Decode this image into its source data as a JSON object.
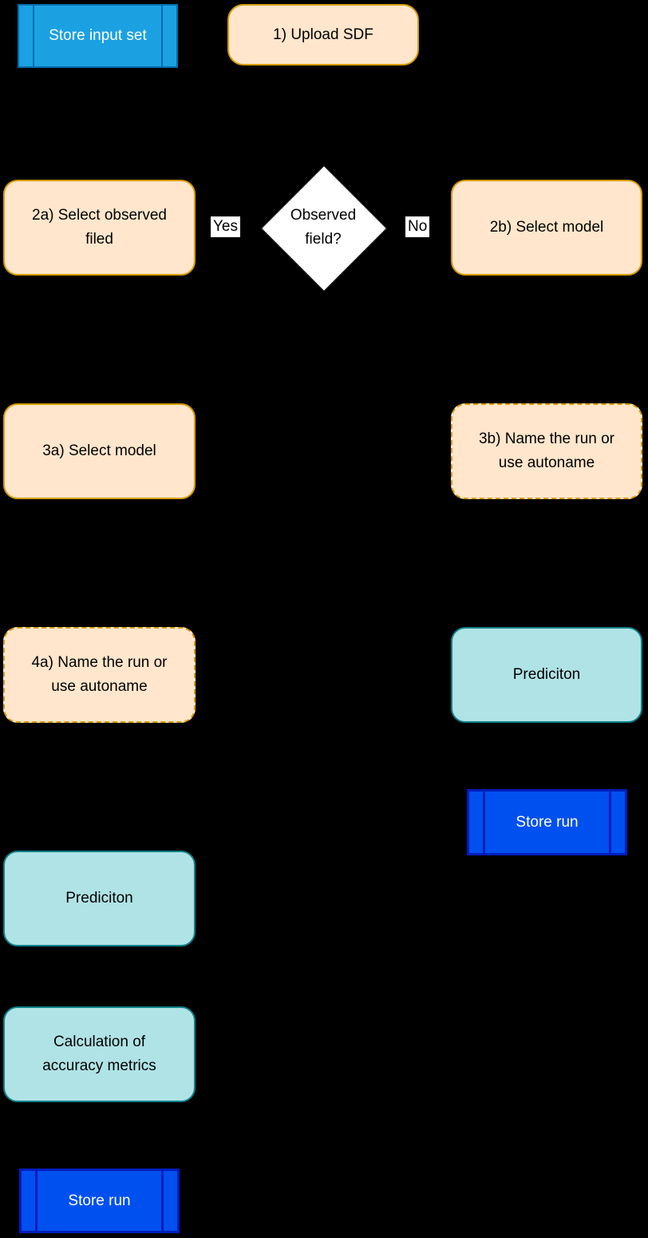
{
  "diagram": {
    "background_color": "#000000",
    "palette": {
      "orange_fill": "#ffe6cc",
      "orange_stroke": "#d79b00",
      "teal_fill": "#b0e3e6",
      "teal_stroke": "#0e8088",
      "light_blue_fill": "#1ba1e2",
      "light_blue_stroke": "#006eaf",
      "blue_fill": "#0050ef",
      "blue_stroke": "#001dbc",
      "decision_fill": "#ffffff",
      "dark_text": "#000000",
      "light_text": "#ffffff"
    },
    "nodes": {
      "store_input_set": {
        "label": "Store input set"
      },
      "upload_sdf": {
        "label": "1) Upload SDF"
      },
      "observed_field_decision": {
        "label": "Observed\nfield?"
      },
      "select_observed_field": {
        "label": "2a) Select observed\nfiled"
      },
      "select_model_b": {
        "label": "2b) Select model"
      },
      "select_model_a": {
        "label": "3a) Select model"
      },
      "name_run_b": {
        "label": "3b) Name the run or\nuse autoname"
      },
      "name_run_a": {
        "label": "4a) Name the run or\nuse autoname"
      },
      "prediction_right": {
        "label": "Prediciton"
      },
      "store_run_right": {
        "label": "Store run"
      },
      "prediction_left": {
        "label": "Prediciton"
      },
      "calculation_accuracy": {
        "label": "Calculation of\naccuracy metrics"
      },
      "store_run_left": {
        "label": "Store run"
      }
    },
    "edge_labels": {
      "yes": "Yes",
      "no": "No"
    }
  }
}
